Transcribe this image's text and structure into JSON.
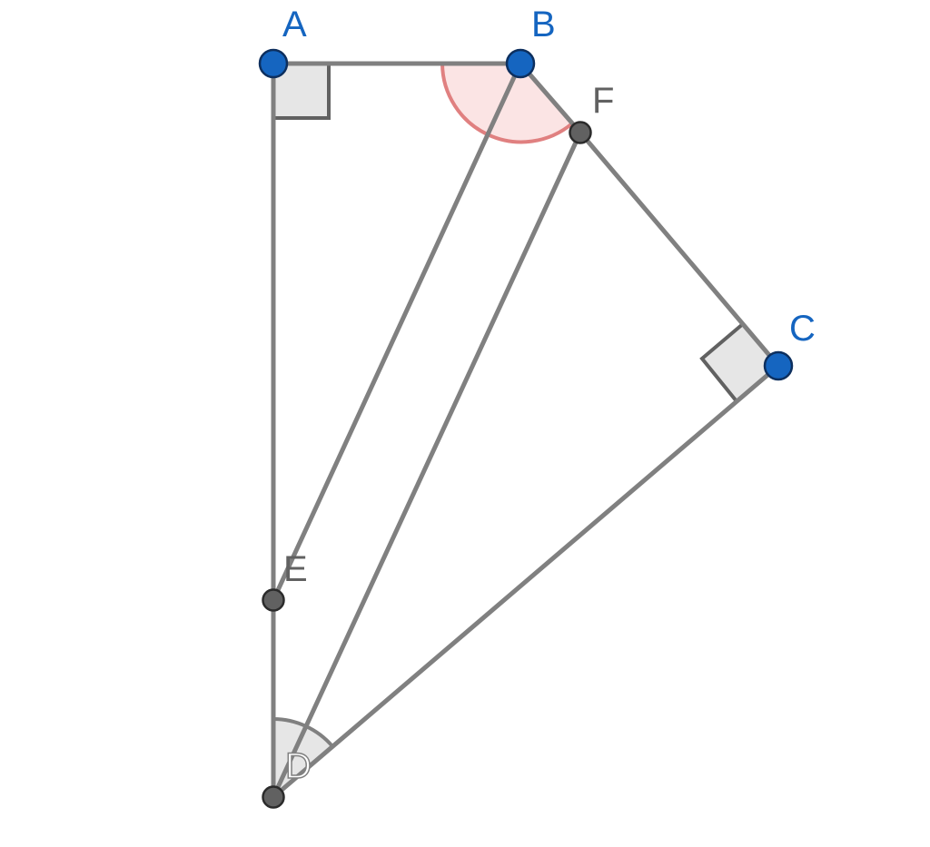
{
  "colors": {
    "segment": "#808080",
    "point_blue": "#1565c0",
    "point_gray": "#616161",
    "label_blue": "#1565c0",
    "label_gray": "#616161",
    "right_angle_fill": "#e6e6e6",
    "right_angle_stroke": "#616161",
    "angle_b_fill": "#fbe4e4",
    "angle_b_stroke": "#e08080",
    "angle_d_fill": "#e6e6e6",
    "angle_d_stroke": "#808080"
  },
  "points": {
    "A": {
      "label": "A"
    },
    "B": {
      "label": "B"
    },
    "C": {
      "label": "C"
    },
    "D": {
      "label": "D"
    },
    "E": {
      "label": "E"
    },
    "F": {
      "label": "F"
    }
  }
}
